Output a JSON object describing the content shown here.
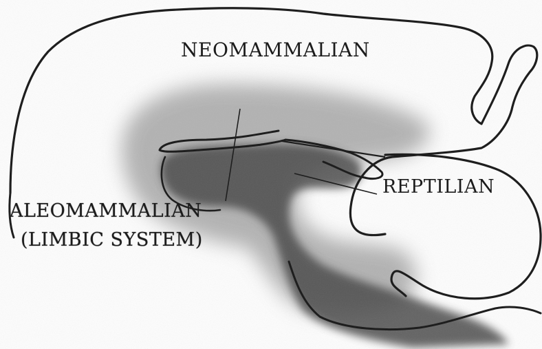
{
  "labels": {
    "neomammalian": "NEOMAMMALIAN",
    "reptilian": "REPTILIAN",
    "paleomammalian": "ALEOMAMMALIAN",
    "limbic_system": "(LIMBIC SYSTEM)"
  },
  "colors": {
    "outline": "#1e1e1e",
    "paleo_shade": "#8d8d8d",
    "reptilian_shade": "#4a4a4a",
    "background": "#fdfdfd"
  }
}
